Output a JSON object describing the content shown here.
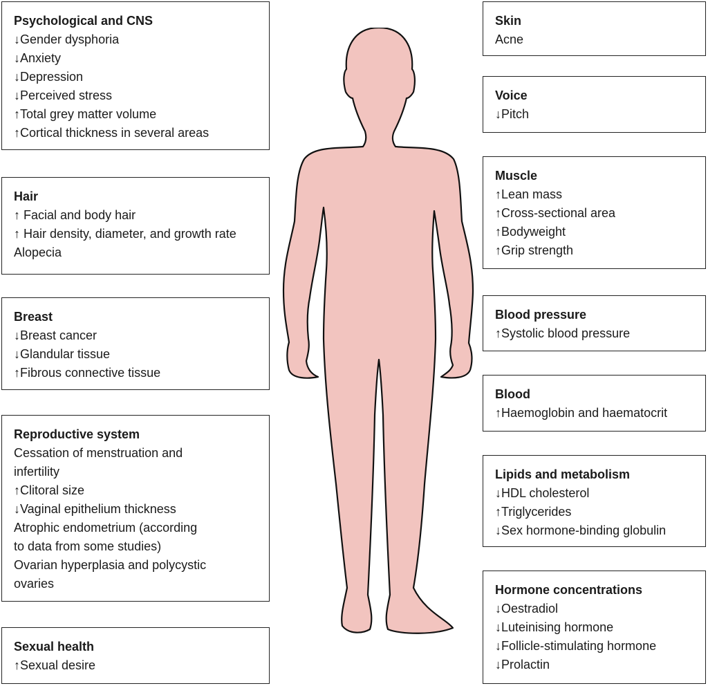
{
  "boxes_left": [
    {
      "id": "psych",
      "title": "Psychological and CNS",
      "items": [
        "↓Gender dysphoria",
        "↓Anxiety",
        "↓Depression",
        "↓Perceived stress",
        "↑Total grey matter volume",
        "↑Cortical thickness in several areas"
      ]
    },
    {
      "id": "hair",
      "title": "Hair",
      "items": [
        "↑ Facial and body hair",
        "↑ Hair density, diameter, and growth rate",
        "Alopecia"
      ]
    },
    {
      "id": "breast",
      "title": "Breast",
      "items": [
        "↓Breast cancer",
        "↓Glandular tissue",
        "↑Fibrous connective tissue"
      ]
    },
    {
      "id": "repro",
      "title": "Reproductive system",
      "items": [
        "Cessation of menstruation and\ninfertility",
        "↑Clitoral size",
        "↓Vaginal epithelium thickness",
        "Atrophic endometrium (according\nto data from some studies)",
        "Ovarian hyperplasia and polycystic\novaries"
      ]
    },
    {
      "id": "sexual",
      "title": "Sexual health",
      "items": [
        "↑Sexual desire"
      ]
    }
  ],
  "boxes_right": [
    {
      "id": "skin",
      "title": "Skin",
      "items": [
        "Acne"
      ]
    },
    {
      "id": "voice",
      "title": "Voice",
      "items": [
        "↓Pitch"
      ]
    },
    {
      "id": "muscle",
      "title": "Muscle",
      "items": [
        "↑Lean mass",
        "↑Cross-sectional area",
        "↑Bodyweight",
        "↑Grip strength"
      ]
    },
    {
      "id": "bp",
      "title": "Blood pressure",
      "items": [
        "↑Systolic blood pressure"
      ]
    },
    {
      "id": "blood",
      "title": "Blood",
      "items": [
        "↑Haemoglobin and haematocrit"
      ]
    },
    {
      "id": "lipids",
      "title": "Lipids and metabolism",
      "items": [
        "↓HDL cholesterol",
        "↑Triglycerides",
        "↓Sex hormone-binding globulin"
      ]
    },
    {
      "id": "hormone",
      "title": "Hormone concentrations",
      "items": [
        "↓Oestradiol",
        "↓Luteinising hormone",
        "↓Follicle-stimulating hormone",
        "↓Prolactin"
      ]
    }
  ],
  "colors": {
    "body_fill": "#f2c4bf",
    "body_stroke": "#111111",
    "box_border": "#222222"
  }
}
